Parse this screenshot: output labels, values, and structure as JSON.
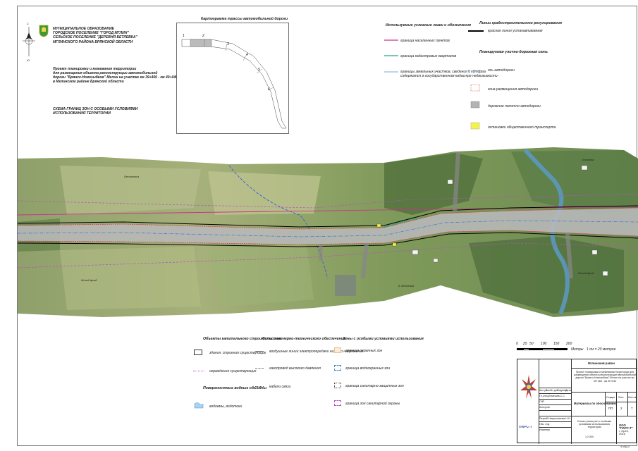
{
  "header": {
    "org_lines": [
      "МУНИЦИПАЛЬНОЕ ОБРАЗОВАНИЕ",
      "ГОРОДСКОЕ ПОСЕЛЕНИЕ \"ГОРОД МГЛИН\"",
      "СЕЛЬСКОЕ ПОСЕЛЕНИЕ \"ДЕРЕВНЯ БЕТЛЕВКА\"",
      "МГЛИНСКОГО РАЙОНА БРЯНСКОЙ ОБЛАСТИ"
    ],
    "project_lines": [
      "Проект планировки и межевания территории",
      "для размещения объекта реконструкции автомобильной",
      "дороги \"Брянск-Новозыбков\"-Мглин на участке км 39+466 - км 40+040",
      "в Мглинском районе Брянской области"
    ],
    "scheme_lines": [
      "СХЕМА ГРАНИЦ ЗОН С ОСОБЫМИ УСЛОВИЯМИ",
      "ИСПОЛЬЗОВАНИЯ ТЕРРИТОРИИ"
    ],
    "compass_n": "С",
    "compass_s": "Ю"
  },
  "inset": {
    "title": "Картограмма трассы автомобильной дороги",
    "labels": [
      "1",
      "2",
      "3",
      "4",
      "5",
      "6"
    ]
  },
  "legend_top": {
    "title": "Используемые условные знаки и обозначения",
    "items": [
      {
        "text": "граница населенных пунктов",
        "color": "#c9338f"
      },
      {
        "text": "граница кадастровых кварталов",
        "color": "#2aa58a"
      },
      {
        "text": "границы земельных участков, сведения о которых",
        "text2": "содержатся в государственном кадастре недвижимости",
        "color": "#4a8fd1"
      }
    ]
  },
  "legend_right": {
    "title": "Линии градостроительного регулирования",
    "red_line": "красная линия устанавливаемая",
    "subtitle": "Планируемая улично-дорожная сеть",
    "items": [
      {
        "text": "ось автодороги",
        "color": "#3b6fd4"
      },
      {
        "text": "зона размещения автодороги",
        "color": "#d43b3b"
      },
      {
        "text": "дорожное полотно автодороги",
        "color": "#b3b3b3"
      },
      {
        "text": "остановки общественного транспорта",
        "color": "#f5f24a"
      }
    ]
  },
  "map_labels": [
    "Лесополоса",
    "Жилой фонд",
    "д. Бетлевка",
    "Осиновка",
    "Жилой фонд"
  ],
  "legend_bottom": {
    "capital": {
      "title": "Объекты капитального строительства",
      "items": [
        "здания, строения существующие",
        "ограждения существующие"
      ]
    },
    "water": {
      "title": "Поверхностные водные объекты",
      "items": [
        "водоемы, водотоки"
      ]
    },
    "utilities": {
      "title": "Сети инженерно-технического обеспечения",
      "items": [
        "воздушные линии электропередачи низкого напряжения",
        "газопровод высокого давления",
        "кабели связи"
      ]
    },
    "zones": {
      "title": "Зоны с особыми условиями использования",
      "items": [
        {
          "text": "граница охранных зон",
          "color": "#e8c090"
        },
        {
          "text": "граница водоохранных зон",
          "color": "#4a8fd1"
        },
        {
          "text": "граница санитарно-защитных зон",
          "color": "#6b3a1a"
        },
        {
          "text": "граница зон санитарной охраны",
          "color": "#b84fc4"
        }
      ]
    }
  },
  "scale": {
    "ticks": [
      "0",
      "25",
      "50",
      "100",
      "150",
      "200"
    ],
    "unit": "Метры",
    "ratio": "1 см = 20 метров"
  },
  "title_block": {
    "district": "Мглинский район",
    "project": "Проект планировки и межевания территории для размещения объекта реконструкции автомобильной дороги \"Брянск-Новозыбков\"-Мглин на участке км 39+466 - км 40+040",
    "col_headers": [
      "Кол.уч",
      "Лист",
      "№ док",
      "Подпись",
      "Дата"
    ],
    "roles": [
      "Гл.спец.",
      "ГИП",
      "Консульт.",
      "Разраб.",
      "Нач. отд.",
      "Инженер"
    ],
    "names": [
      "Лемешев С.С.",
      "Никульникова Н.Н."
    ],
    "materials": "Материалы по обоснованию",
    "stage_h": "Стадия",
    "sheet_h": "Лист",
    "sheets_h": "Листов",
    "stage": "ПП",
    "sheet": "2",
    "sheets": "7",
    "drawing": "Схема границ зон с особыми условиями использования территории",
    "drawing_scale": "1:2 000",
    "company": "ООО \"ПАРС-Т\"",
    "city": "г. Орёл, 2016",
    "logo_text": "ПАРС-Т",
    "format": "Ф.А4(2)"
  }
}
